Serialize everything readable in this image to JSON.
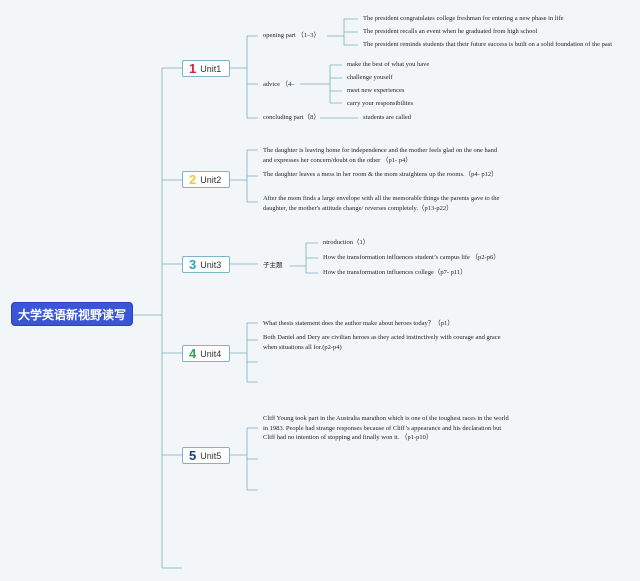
{
  "root": {
    "title": "大学英语新视野读写"
  },
  "units": [
    {
      "num": "1",
      "label": "Unit1",
      "color": "#d61f3c"
    },
    {
      "num": "2",
      "label": "Unit2",
      "color": "#f2c83a"
    },
    {
      "num": "3",
      "label": "Unit3",
      "color": "#2aa1c6"
    },
    {
      "num": "4",
      "label": "Unit4",
      "color": "#2ea84a"
    },
    {
      "num": "5",
      "label": "Unit5",
      "color": "#1f3e8f"
    }
  ],
  "unit1": {
    "opening": "opening part （1–3）",
    "opening_items": [
      "The president congratulates college freshman for entering a new phase in life",
      "The president recalls an event when he graduated from high school",
      "The president reminds students that their future success is built on a solid foundation of the past"
    ],
    "advice": "advice （4–",
    "advice_items": [
      "make the best of what you have",
      "challenge youself",
      "meet new experiences",
      "carry your responsibilites"
    ],
    "concluding": "concluding part（8）",
    "concluding_item": "students are called"
  },
  "unit2": {
    "items": [
      "The daughter is leaving home for independence and the mother feels glad on the one hand and expresses her concern/doubt on the other （p1- p4）",
      "The daughter leaves a mess in her room & the mom straightens up the rooms.（p4- p12）",
      "After the mom finds a large envelope with all the memorable things the parents gave to the daughter, the mother's attitude change/ reverses completely.（p13-p22）"
    ]
  },
  "unit3": {
    "sub": "子主题",
    "items": [
      "ntroduction（1）",
      "How the transformation influences student’s campus life （p2-p6）",
      "How the transformation influences college（p7- p11）"
    ]
  },
  "unit4": {
    "items": [
      "What thesis statement does the author make about heroes today？（p1）",
      "Both Daniel and Dery are civilian heroes as they acted instinctively with courage and grace when situations all for.(p2-p4)"
    ]
  },
  "unit5": {
    "items": [
      "Cliff Young took part in the Australia marathon which is one of the toughest races in the world in 1983. People had strange responses because of Cliff’s appearance and his declaration but Cliff had no intention of stopping and finally won it. （p1-p10）"
    ]
  }
}
